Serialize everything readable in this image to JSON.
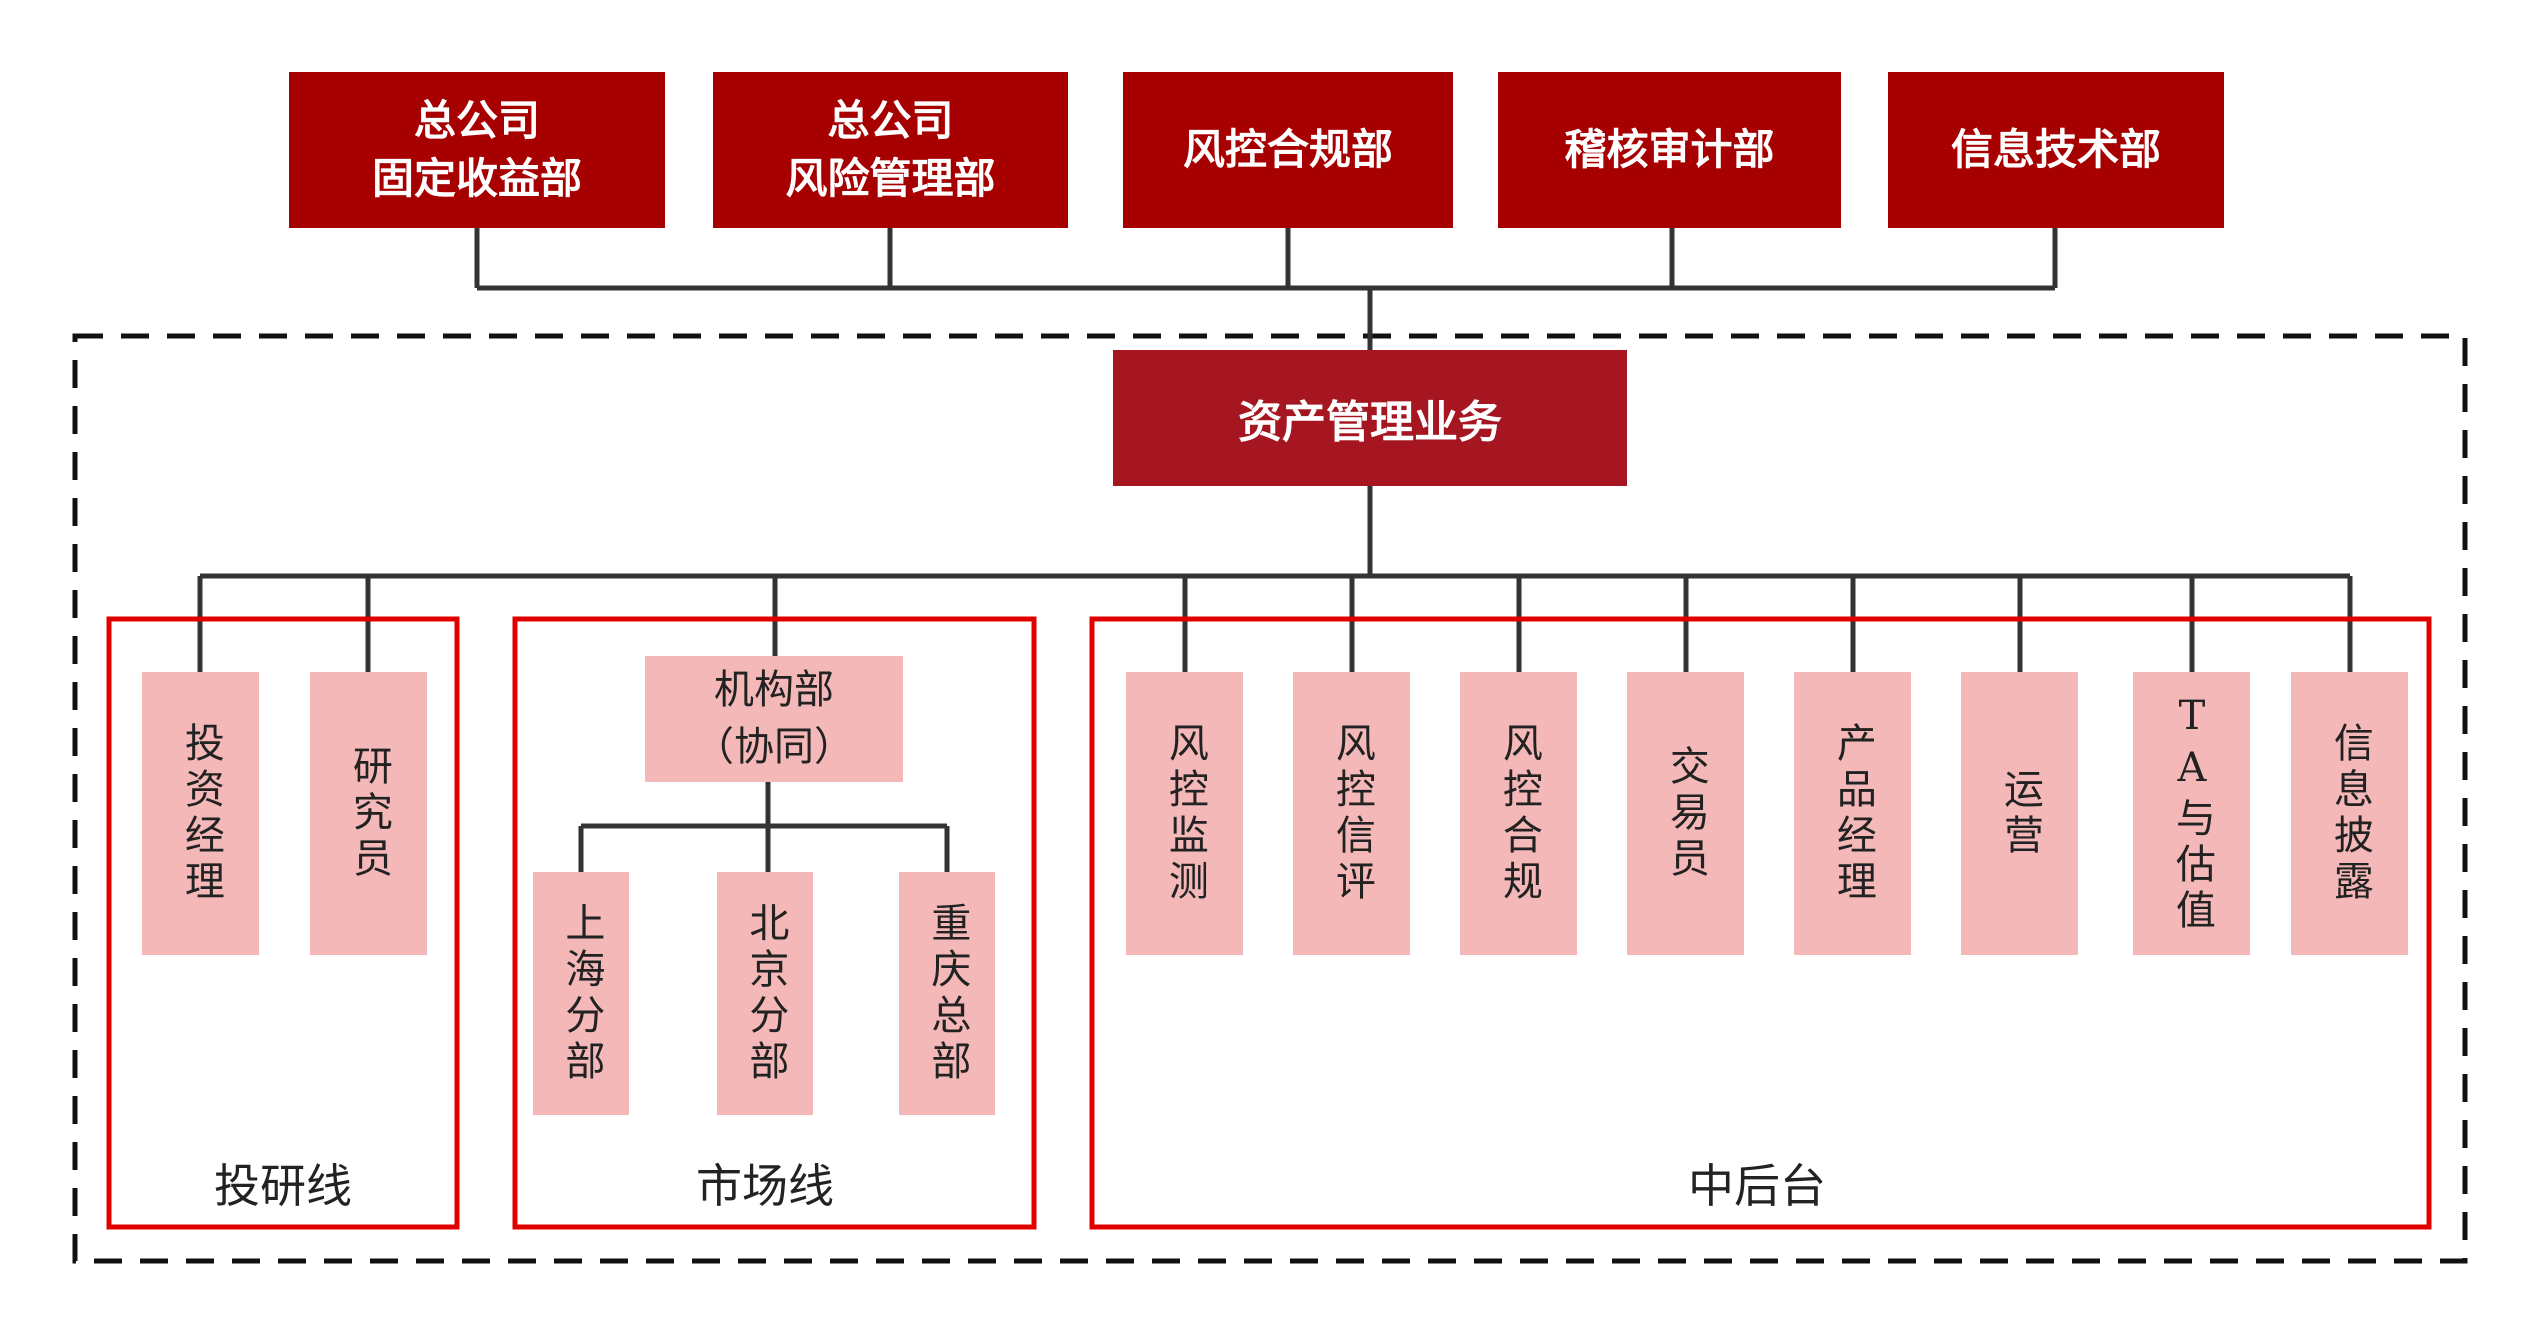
{
  "external_departments": [
    {
      "label": "总公司\n固定收益部"
    },
    {
      "label": "总公司\n风险管理部"
    },
    {
      "label": "风控合规部"
    },
    {
      "label": "稽核审计部"
    },
    {
      "label": "信息技术部"
    }
  ],
  "root": {
    "label": "资产管理业务"
  },
  "groups": {
    "investment_research": {
      "label": "投研线",
      "items": [
        {
          "label": "投资经理"
        },
        {
          "label": "研究员"
        }
      ]
    },
    "market": {
      "label": "市场线",
      "institution": {
        "label": "机构部\n（协同）"
      },
      "branches": [
        {
          "label": "上海分部"
        },
        {
          "label": "北京分部"
        },
        {
          "label": "重庆总部"
        }
      ]
    },
    "middle_back_office": {
      "label": "中后台",
      "items": [
        {
          "label": "风控监测"
        },
        {
          "label": "风控信评"
        },
        {
          "label": "风控合规"
        },
        {
          "label": "交易员"
        },
        {
          "label": "产品经理"
        },
        {
          "label": "运营"
        },
        {
          "label": "TA与估值"
        },
        {
          "label": "信息披露"
        }
      ]
    }
  },
  "colors": {
    "top_box": "#a70000",
    "root_box": "#a51620",
    "leaf_box": "#f4b8b8",
    "group_border": "#e00000",
    "connector": "#333333"
  }
}
